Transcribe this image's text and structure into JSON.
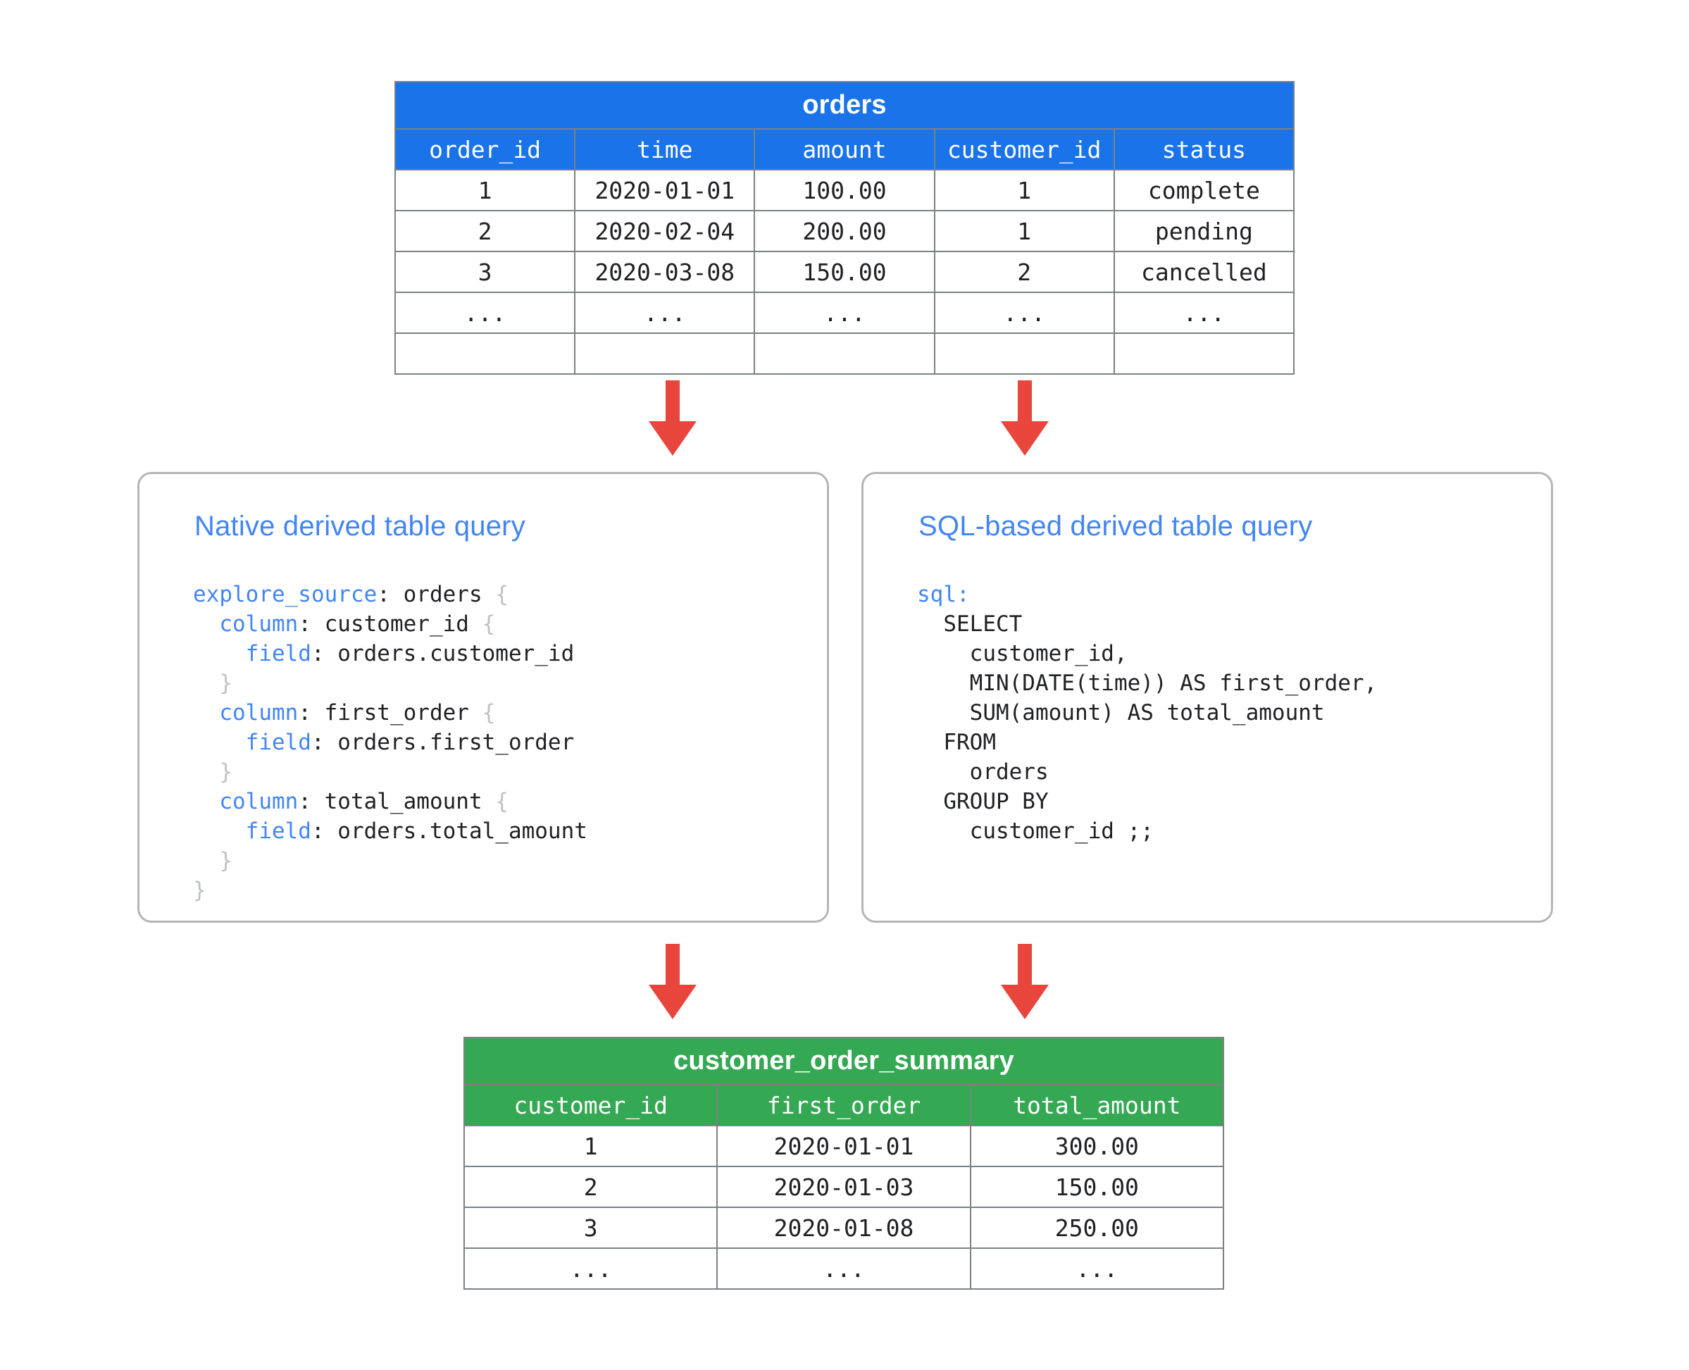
{
  "diagram": {
    "title": "Looker derived table diagram",
    "colors": {
      "source_table_header": "#1a73e8",
      "result_table_header": "#34a853",
      "arrow": "#e8453c",
      "card_border": "#b5b5b5",
      "keyword": "#4285f4",
      "card_title": "#4285f4",
      "brace": "#bdc1c6",
      "grid_line": "#7b8184"
    }
  },
  "source_table": {
    "title": "orders",
    "columns": [
      "order_id",
      "time",
      "amount",
      "customer_id",
      "status"
    ],
    "rows": [
      [
        "1",
        "2020-01-01",
        "100.00",
        "1",
        "complete"
      ],
      [
        "2",
        "2020-02-04",
        "200.00",
        "1",
        "pending"
      ],
      [
        "3",
        "2020-03-08",
        "150.00",
        "2",
        "cancelled"
      ],
      [
        "...",
        "...",
        "...",
        "...",
        "..."
      ],
      [
        "",
        "",
        "",
        "",
        ""
      ]
    ]
  },
  "result_table": {
    "title": "customer_order_summary",
    "columns": [
      "customer_id",
      "first_order",
      "total_amount"
    ],
    "rows": [
      [
        "1",
        "2020-01-01",
        "300.00"
      ],
      [
        "2",
        "2020-01-03",
        "150.00"
      ],
      [
        "3",
        "2020-01-08",
        "250.00"
      ],
      [
        "...",
        "...",
        "..."
      ]
    ]
  },
  "cards": {
    "native": {
      "title": "Native derived table query",
      "code_lines": [
        [
          {
            "t": "explore_source",
            "c": "kw"
          },
          {
            "t": ": orders ",
            "c": ""
          },
          {
            "t": "{",
            "c": "brace"
          }
        ],
        [
          {
            "t": "  ",
            "c": ""
          },
          {
            "t": "column",
            "c": "kw"
          },
          {
            "t": ": customer_id ",
            "c": ""
          },
          {
            "t": "{",
            "c": "brace"
          }
        ],
        [
          {
            "t": "    ",
            "c": ""
          },
          {
            "t": "field",
            "c": "kw"
          },
          {
            "t": ": orders.customer_id",
            "c": ""
          }
        ],
        [
          {
            "t": "  ",
            "c": ""
          },
          {
            "t": "}",
            "c": "brace"
          }
        ],
        [
          {
            "t": "  ",
            "c": ""
          },
          {
            "t": "column",
            "c": "kw"
          },
          {
            "t": ": first_order ",
            "c": ""
          },
          {
            "t": "{",
            "c": "brace"
          }
        ],
        [
          {
            "t": "    ",
            "c": ""
          },
          {
            "t": "field",
            "c": "kw"
          },
          {
            "t": ": orders.first_order",
            "c": ""
          }
        ],
        [
          {
            "t": "  ",
            "c": ""
          },
          {
            "t": "}",
            "c": "brace"
          }
        ],
        [
          {
            "t": "  ",
            "c": ""
          },
          {
            "t": "column",
            "c": "kw"
          },
          {
            "t": ": total_amount ",
            "c": ""
          },
          {
            "t": "{",
            "c": "brace"
          }
        ],
        [
          {
            "t": "    ",
            "c": ""
          },
          {
            "t": "field",
            "c": "kw"
          },
          {
            "t": ": orders.total_amount",
            "c": ""
          }
        ],
        [
          {
            "t": "  ",
            "c": ""
          },
          {
            "t": "}",
            "c": "brace"
          }
        ],
        [
          {
            "t": "}",
            "c": "brace"
          }
        ]
      ]
    },
    "sql": {
      "title": "SQL-based derived table query",
      "code_lines": [
        [
          {
            "t": "sql:",
            "c": "kw"
          }
        ],
        [
          {
            "t": "  SELECT",
            "c": ""
          }
        ],
        [
          {
            "t": "    customer_id,",
            "c": ""
          }
        ],
        [
          {
            "t": "    MIN(DATE(time)) AS first_order,",
            "c": ""
          }
        ],
        [
          {
            "t": "    SUM(amount) AS total_amount",
            "c": ""
          }
        ],
        [
          {
            "t": "  FROM",
            "c": ""
          }
        ],
        [
          {
            "t": "    orders",
            "c": ""
          }
        ],
        [
          {
            "t": "  GROUP BY",
            "c": ""
          }
        ],
        [
          {
            "t": "    customer_id ;;",
            "c": ""
          }
        ]
      ]
    }
  },
  "arrows": [
    {
      "name": "orders-to-native-query",
      "direction": "down"
    },
    {
      "name": "orders-to-sql-query",
      "direction": "down"
    },
    {
      "name": "native-query-to-summary",
      "direction": "down"
    },
    {
      "name": "sql-query-to-summary",
      "direction": "down"
    }
  ]
}
